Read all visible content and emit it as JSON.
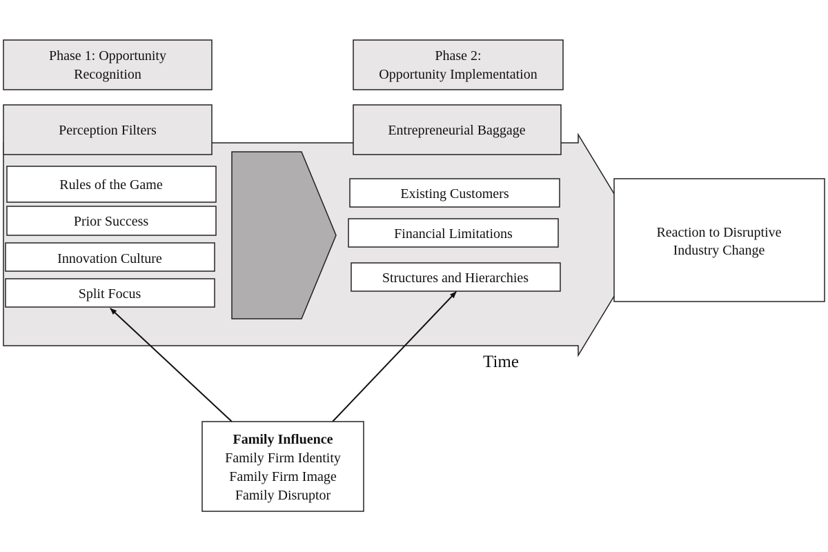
{
  "phases": {
    "phase1": [
      "Phase 1: Opportunity",
      "Recognition"
    ],
    "phase2": [
      "Phase 2:",
      "Opportunity Implementation"
    ]
  },
  "perception": {
    "header": "Perception Filters",
    "items": [
      "Rules of the Game",
      "Prior Success",
      "Innovation Culture",
      "Split Focus"
    ]
  },
  "baggage": {
    "header": "Entrepreneurial Baggage",
    "items": [
      "Existing Customers",
      "Financial Limitations",
      "Structures and Hierarchies"
    ]
  },
  "outcome": [
    "Reaction to Disruptive",
    "Industry Change"
  ],
  "time_label": "Time",
  "family": {
    "title": "Family Influence",
    "items": [
      "Family Firm Identity",
      "Family Firm Image",
      "Family Disruptor"
    ]
  },
  "colors": {
    "box_fill": "#e8e6e6",
    "arrow_fill": "#e8e6e6",
    "inner_arrow_fill": "#b0aeae",
    "stroke": "#222222"
  }
}
